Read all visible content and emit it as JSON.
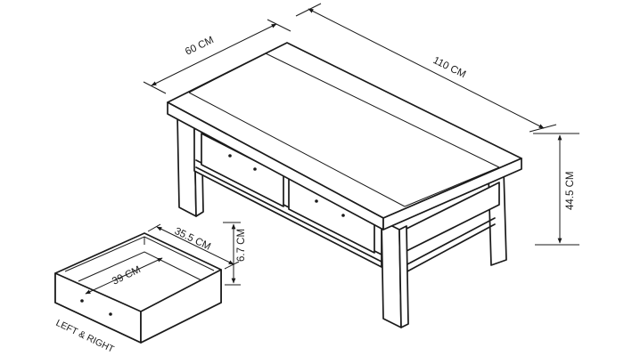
{
  "dimensions": {
    "table_depth": "60 CM",
    "table_width": "110 CM",
    "table_height": "44.5 CM",
    "drawer_width": "35.5 CM",
    "drawer_height": "6.7 CM",
    "drawer_depth": "39 CM"
  },
  "drawer_caption": "LEFT & RIGHT",
  "colors": {
    "line": "#1a1a1a",
    "background": "#ffffff"
  }
}
